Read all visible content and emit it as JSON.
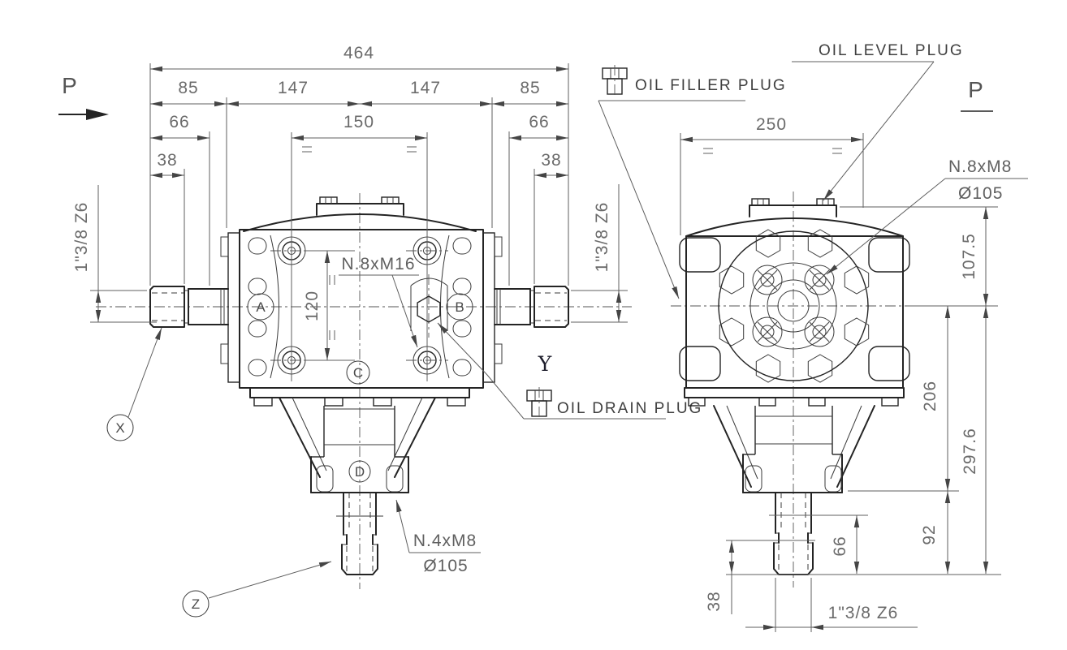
{
  "drawing_type": "gearbox-2-view-technical-drawing",
  "colors": {
    "background": "#ffffff",
    "outline": "#242424",
    "thin_line": "#3a3a3a",
    "dim_line": "#5f5f5f",
    "dim_text": "#6b6b6b",
    "label_text": "#3f3f3f",
    "section_y_text": "#1d1d2b"
  },
  "icons": {
    "oil_filler_plug": "hex-bolt-icon",
    "oil_drain_plug": "hex-bolt-icon"
  },
  "front_view": {
    "view_arrow": "P",
    "dim_overall": "464",
    "dim_left_offset": "85",
    "dim_left_half": "147",
    "dim_right_half": "147",
    "dim_right_offset": "85",
    "dim_left_66": "66",
    "dim_top_150": "150",
    "dim_right_66": "66",
    "dim_left_38": "38",
    "dim_right_38": "38",
    "dim_vert_120": "120",
    "spline_left": "1\"3/8 Z6",
    "spline_right": "1\"3/8 Z6",
    "thread_spec": "N.8xM16",
    "output_thread_spec": "N.4xM8",
    "output_bolt_circle": "Ø105",
    "balloon_a": "A",
    "balloon_b": "B",
    "balloon_c": "C",
    "balloon_d": "D",
    "balloon_x": "X",
    "balloon_z": "Z",
    "section_y": "Y",
    "oil_drain_label": "OIL DRAIN PLUG"
  },
  "side_view": {
    "section_label": "P",
    "dim_width_250": "250",
    "dim_107_5": "107.5",
    "dim_206": "206",
    "dim_297_6": "297.6",
    "dim_92": "92",
    "dim_66": "66",
    "dim_38": "38",
    "spline_bottom": "1\"3/8 Z6",
    "thread_spec": "N.8xM8",
    "bolt_circle": "Ø105",
    "oil_level_label": "OIL LEVEL PLUG",
    "oil_filler_label": "OIL FILLER PLUG"
  }
}
